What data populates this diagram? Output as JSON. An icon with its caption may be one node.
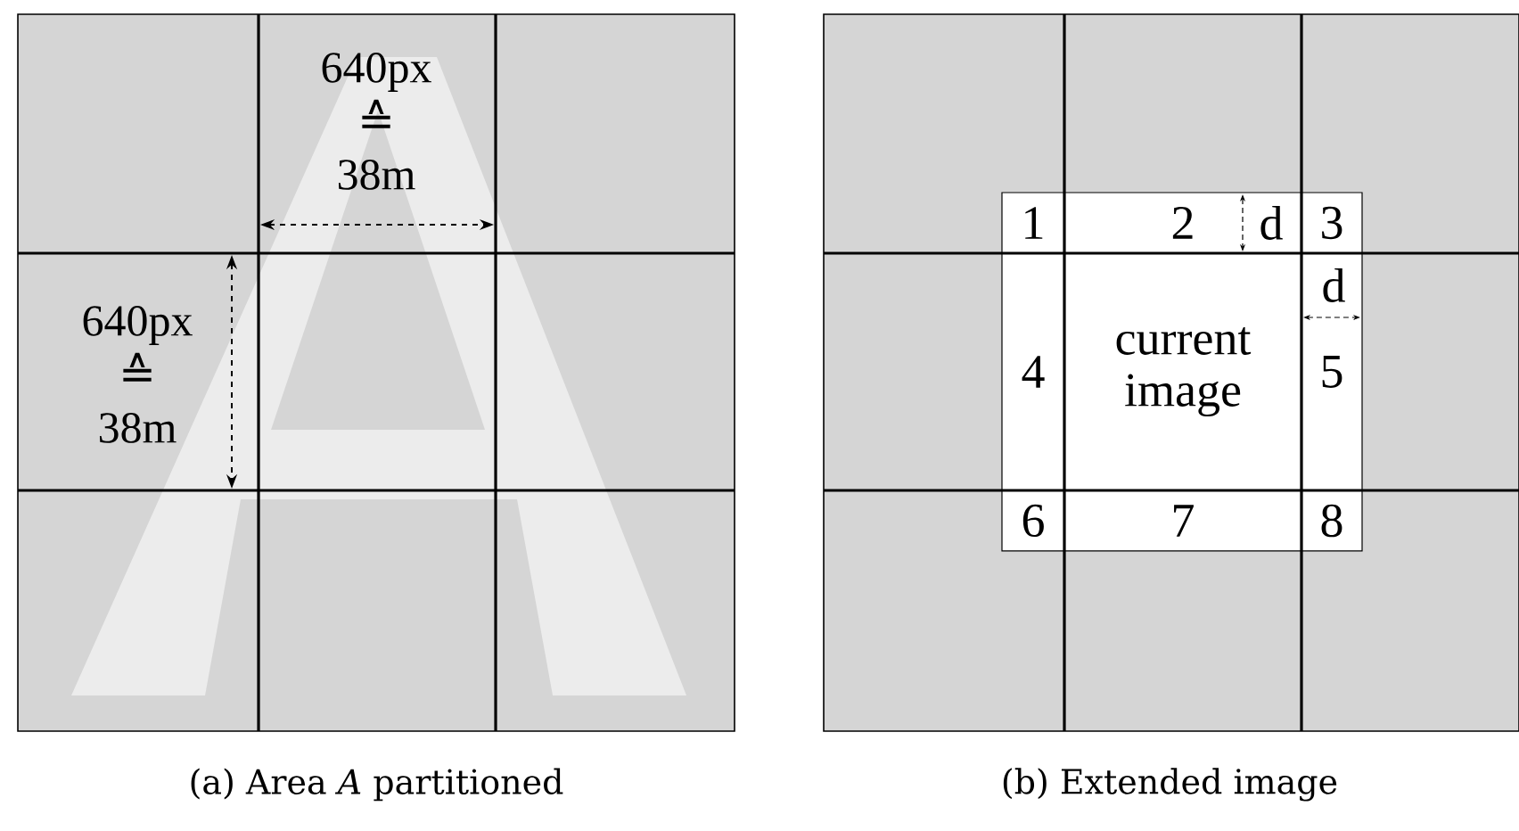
{
  "diagram": {
    "nodes": [
      {
        "text": [
          "1"
        ]
      },
      {
        "text": [
          "2"
        ]
      },
      {
        "text": [
          "3"
        ]
      },
      {
        "text": [
          "4"
        ]
      },
      {
        "text": [
          "current image"
        ]
      },
      {
        "text": [
          "5"
        ]
      },
      {
        "text": [
          "6"
        ]
      },
      {
        "text": [
          "7"
        ]
      },
      {
        "text": [
          "8"
        ]
      }
    ],
    "labels": [
      "640px ≙ 38m",
      "640px ≙ 38m",
      "d",
      "d",
      "(a) Area *A* partitioned",
      "(b) Extended image"
    ]
  }
}
